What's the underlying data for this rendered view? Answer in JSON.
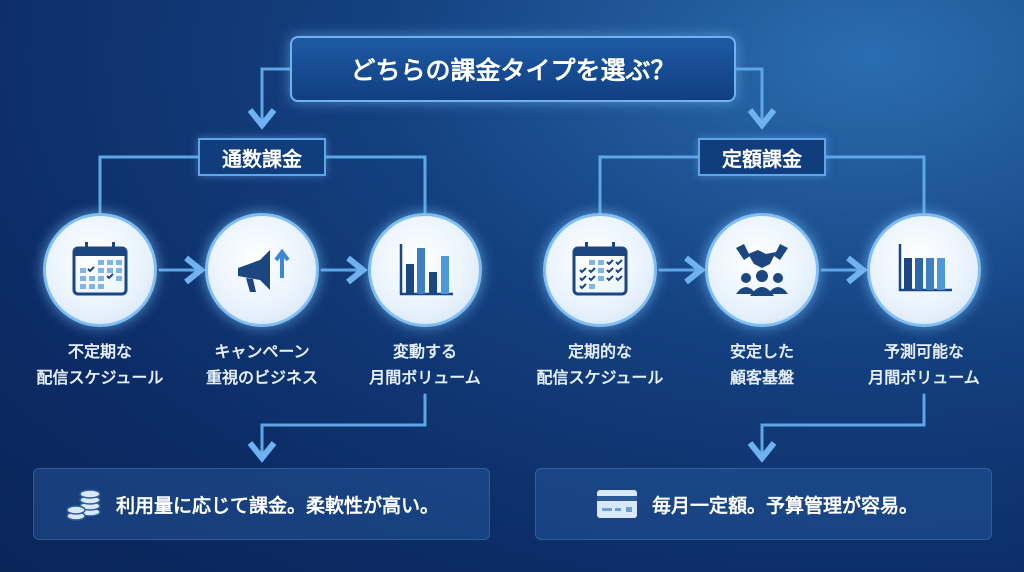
{
  "title": "どちらの課金タイプを選ぶ？",
  "left": {
    "heading": "通数課金",
    "steps": [
      {
        "icon": "calendar-irregular-icon",
        "line1": "不定期な",
        "line2": "配信スケジュール"
      },
      {
        "icon": "megaphone-icon",
        "line1": "キャンペーン",
        "line2": "重視のビジネス"
      },
      {
        "icon": "bar-chart-variable-icon",
        "line1": "変動する",
        "line2": "月間ボリューム"
      }
    ],
    "summary": "利用量に応じて課金。柔軟性が高い。",
    "summary_icon": "coins-icon"
  },
  "right": {
    "heading": "定額課金",
    "steps": [
      {
        "icon": "calendar-regular-icon",
        "line1": "定期的な",
        "line2": "配信スケジュール"
      },
      {
        "icon": "handshake-people-icon",
        "line1": "安定した",
        "line2": "顧客基盤"
      },
      {
        "icon": "bar-chart-even-icon",
        "line1": "予測可能な",
        "line2": "月間ボリューム"
      }
    ],
    "summary": "毎月一定額。予算管理が容易。",
    "summary_icon": "credit-card-icon"
  },
  "colors": {
    "line": "#5ea6e6",
    "icon_dark": "#1b467f",
    "icon_light": "#7fb6e6"
  }
}
